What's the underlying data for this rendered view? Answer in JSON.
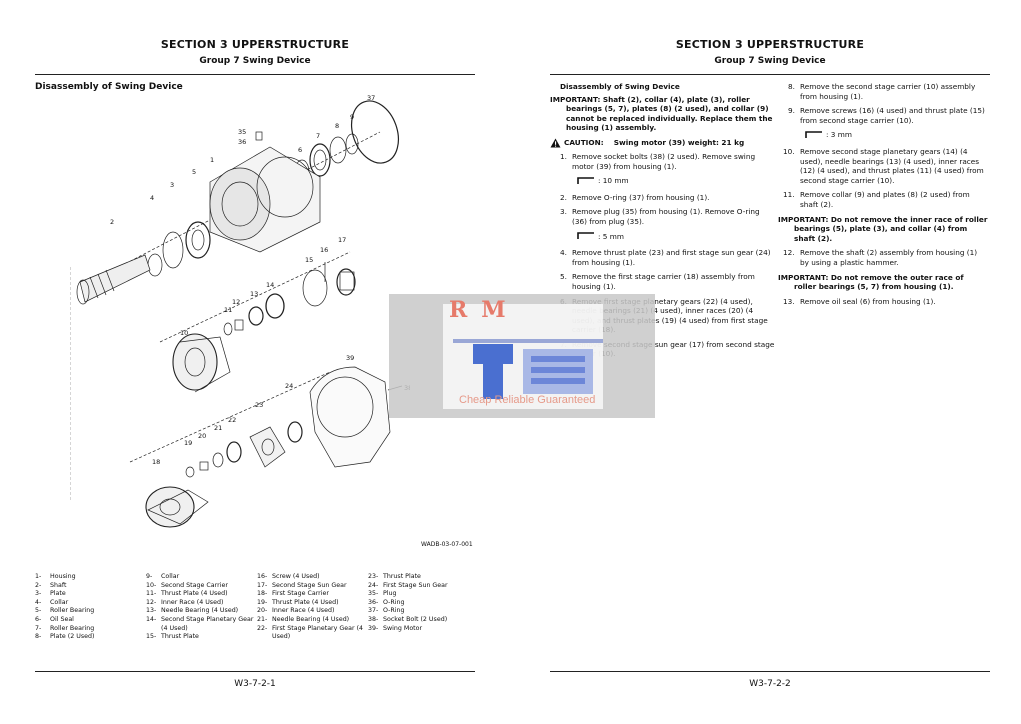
{
  "left_page": {
    "section_title": "SECTION 3 UPPERSTRUCTURE",
    "group_title": "Group 7 Swing Device",
    "heading": "Disassembly of Swing Device",
    "figure_code": "WADB-03-07-001",
    "part_labels": [
      "1",
      "2",
      "3",
      "4",
      "5",
      "6",
      "7",
      "8",
      "9",
      "10",
      "11",
      "12",
      "13",
      "14",
      "15",
      "16",
      "17",
      "18",
      "19",
      "20",
      "21",
      "22",
      "23",
      "24",
      "35",
      "36",
      "37",
      "38",
      "39"
    ],
    "legend": [
      {
        "num": "1-",
        "name": "Housing"
      },
      {
        "num": "2-",
        "name": "Shaft"
      },
      {
        "num": "3-",
        "name": "Plate"
      },
      {
        "num": "4-",
        "name": "Collar"
      },
      {
        "num": "5-",
        "name": "Roller Bearing"
      },
      {
        "num": "6-",
        "name": "Oil Seal"
      },
      {
        "num": "7-",
        "name": "Roller Bearing"
      },
      {
        "num": "8-",
        "name": "Plate (2 Used)"
      },
      {
        "num": "9-",
        "name": "Collar"
      },
      {
        "num": "10-",
        "name": "Second Stage Carrier"
      },
      {
        "num": "11-",
        "name": "Thrust Plate (4 Used)"
      },
      {
        "num": "12-",
        "name": "Inner Race (4 Used)"
      },
      {
        "num": "13-",
        "name": "Needle Bearing (4 Used)"
      },
      {
        "num": "14-",
        "name": "Second Stage Planetary Gear (4 Used)"
      },
      {
        "num": "15-",
        "name": "Thrust Plate"
      },
      {
        "num": "16-",
        "name": "Screw (4 Used)"
      },
      {
        "num": "17-",
        "name": "Second Stage Sun Gear"
      },
      {
        "num": "18-",
        "name": "First Stage Carrier"
      },
      {
        "num": "19-",
        "name": "Thrust Plate (4 Used)"
      },
      {
        "num": "20-",
        "name": "Inner Race (4 Used)"
      },
      {
        "num": "21-",
        "name": "Needle Bearing (4 Used)"
      },
      {
        "num": "22-",
        "name": "First Stage Planetary Gear (4 Used)"
      },
      {
        "num": "23-",
        "name": "Thrust Plate"
      },
      {
        "num": "24-",
        "name": "First Stage Sun Gear"
      },
      {
        "num": "35-",
        "name": "Plug"
      },
      {
        "num": "36-",
        "name": "O-Ring"
      },
      {
        "num": "37-",
        "name": "O-Ring"
      },
      {
        "num": "38-",
        "name": "Socket Bolt (2 Used)"
      },
      {
        "num": "39-",
        "name": "Swing Motor"
      }
    ],
    "page_number": "W3-7-2-1"
  },
  "right_page": {
    "section_title": "SECTION 3 UPPERSTRUCTURE",
    "group_title": "Group 7 Swing Device",
    "heading": "Disassembly of Swing Device",
    "important_1_label": "IMPORTANT:",
    "important_1_text": "Shaft (2), collar (4), plate (3), roller bearings (5, 7), plates (8) (2 used), and collar (9) cannot be replaced individually. Replace them the housing (1) assembly.",
    "caution_label": "CAUTION:",
    "caution_text": "Swing motor (39) weight: 21 kg",
    "steps_col1": [
      {
        "n": "1.",
        "text": "Remove socket bolts (38) (2 used). Remove swing motor (39) from housing (1).",
        "wrench": ": 10 mm"
      },
      {
        "n": "2.",
        "text": "Remove O-ring (37) from housing (1)."
      },
      {
        "n": "3.",
        "text": "Remove plug (35) from housing (1). Remove O-ring (36) from plug (35).",
        "wrench": ": 5 mm"
      },
      {
        "n": "4.",
        "text": "Remove thrust plate (23) and first stage sun gear (24) from housing (1)."
      },
      {
        "n": "5.",
        "text": "Remove the first stage carrier (18) assembly from housing (1)."
      },
      {
        "n": "6.",
        "text": "Remove first stage planetary gears (22) (4 used), needle bearings (21) (4 used), inner races (20) (4 used), and thrust plates (19) (4 used) from first stage carrier (18)."
      },
      {
        "n": "7.",
        "text": "Remove second stage sun gear (17) from second stage carrier (10)."
      }
    ],
    "steps_col2": [
      {
        "n": "8.",
        "text": "Remove the second stage carrier (10) assembly from housing (1)."
      },
      {
        "n": "9.",
        "text": "Remove screws (16) (4 used) and thrust plate (15) from second stage carrier (10).",
        "wrench": ": 3 mm"
      },
      {
        "n": "10.",
        "text": "Remove second stage planetary gears (14) (4 used), needle bearings (13) (4 used), inner races (12) (4 used), and thrust plates (11) (4 used) from second stage carrier (10)."
      },
      {
        "n": "11.",
        "text": "Remove collar (9) and plates (8) (2 used) from shaft (2)."
      }
    ],
    "important_2_label": "IMPORTANT:",
    "important_2_text": "Do not remove the inner race of roller bearings (5), plate (3), and collar (4) from shaft (2).",
    "step_12": {
      "n": "12.",
      "text": "Remove the shaft (2) assembly from housing (1) by using a plastic hammer."
    },
    "important_3_label": "IMPORTANT:",
    "important_3_text": "Do not remove the outer race of roller bearings (5, 7) from housing (1).",
    "step_13": {
      "n": "13.",
      "text": "Remove oil seal (6) from housing (1)."
    },
    "page_number": "W3-7-2-2"
  },
  "watermark": {
    "logo_text": "RM",
    "tagline": "Cheap Reliable Guaranteed"
  }
}
